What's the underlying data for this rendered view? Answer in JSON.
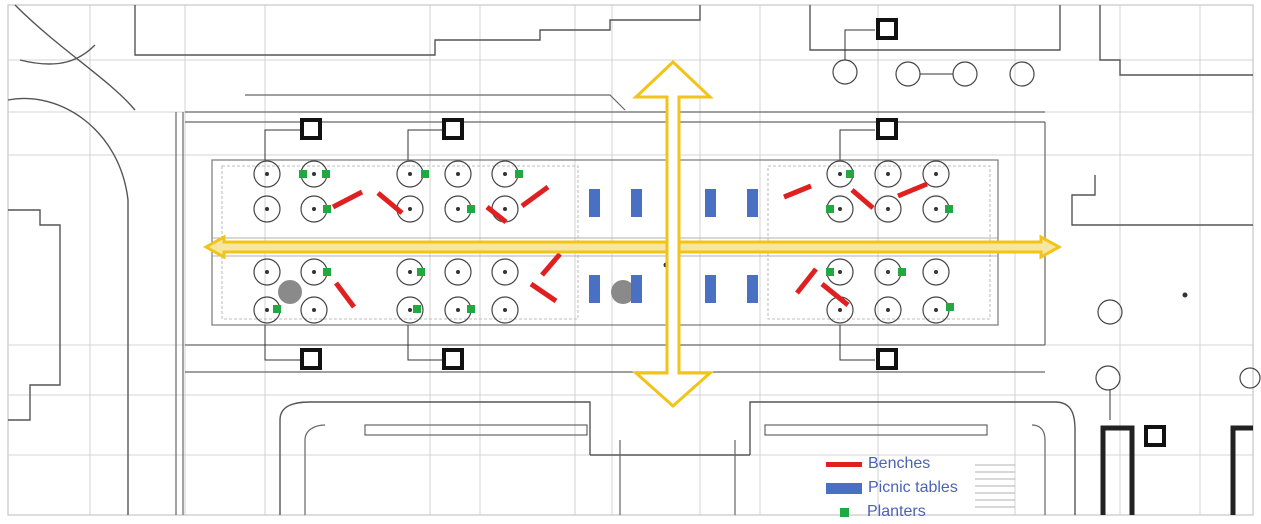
{
  "colors": {
    "bench": "#e02020",
    "picnic_table": "#4a70c4",
    "planter": "#22a840",
    "circulation_arrow": "#f2c318",
    "linework": "#555555",
    "legend_text": "#4a63b8"
  },
  "legend": {
    "items": [
      {
        "key": "bench",
        "label": "Benches"
      },
      {
        "key": "picnic_table",
        "label": "Picnic tables"
      },
      {
        "key": "planter",
        "label": "Planters"
      }
    ]
  },
  "icons": [
    "circulation-arrow-icon",
    "tree-symbol-icon",
    "utility-box-icon"
  ]
}
